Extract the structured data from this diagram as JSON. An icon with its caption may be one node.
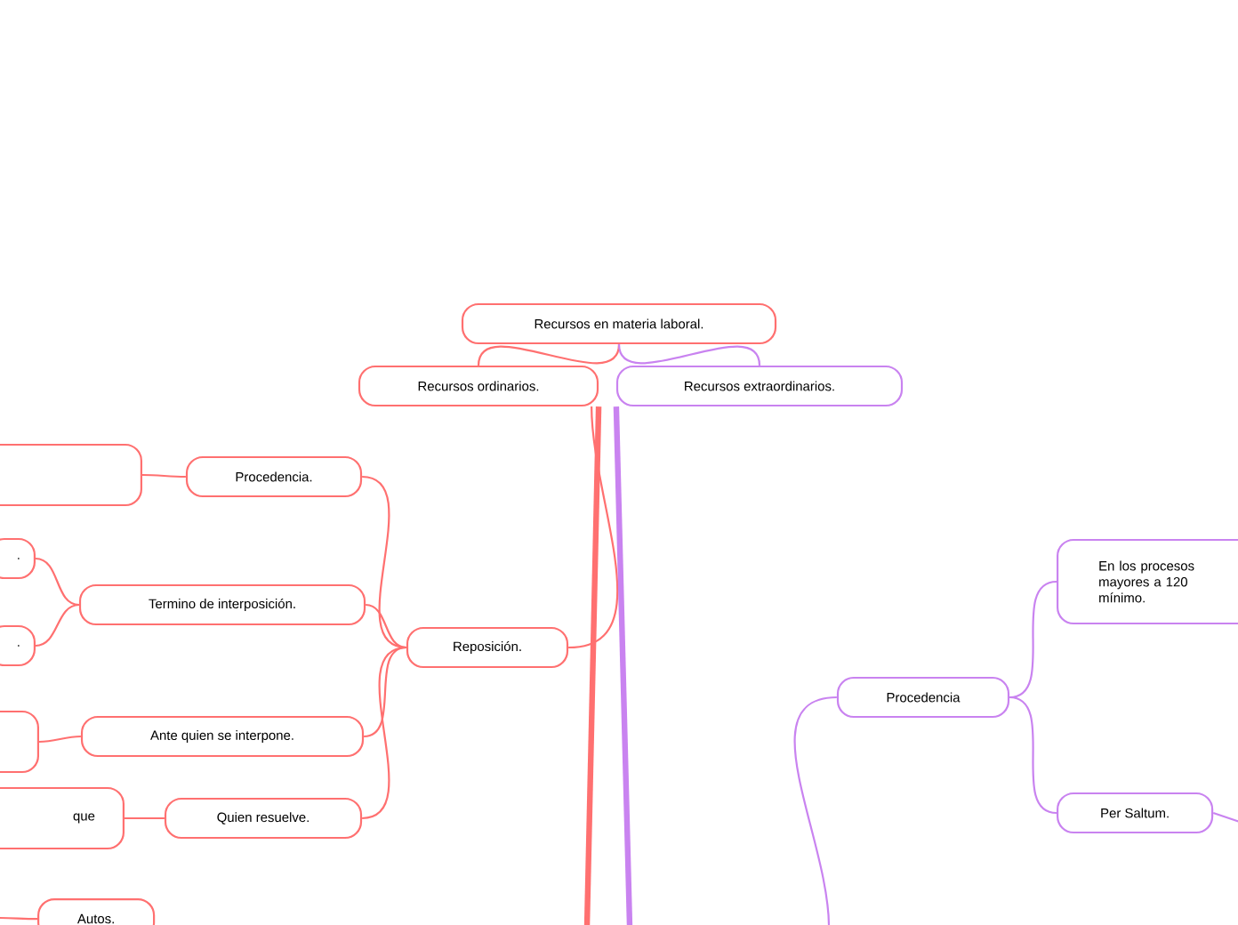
{
  "diagram": {
    "nodes": [
      {
        "text": [
          "Recursos en materia laboral."
        ]
      },
      {
        "text": [
          "Recursos ordinarios."
        ]
      },
      {
        "text": [
          "Recursos extraordinarios."
        ]
      },
      {
        "text": [
          "Reposición."
        ]
      },
      {
        "text": [
          "Procedencia."
        ]
      },
      {
        "text": [
          "Termino de interposición."
        ]
      },
      {
        "text": [
          "Ante quien se interpone."
        ]
      },
      {
        "text": [
          "Quien resuelve."
        ]
      },
      {
        "text": [],
        "shape": "box"
      },
      {
        "text": [
          "."
        ]
      },
      {
        "text": [
          "."
        ]
      },
      {
        "text": [],
        "shape": "box"
      },
      {
        "text": [
          "que"
        ]
      },
      {
        "text": [
          "Autos."
        ]
      },
      {
        "text": [
          "Procedencia"
        ]
      },
      {
        "text": [
          "En los procesos mayores a 120 mínimo."
        ]
      },
      {
        "text": [
          "Per Saltum."
        ]
      }
    ],
    "edges": [
      {
        "from": 0,
        "to": 1,
        "arrow": "none"
      },
      {
        "from": 0,
        "to": 2,
        "arrow": "none",
        "color": "#c983f0"
      },
      {
        "from": 1,
        "to": 3,
        "arrow": "none"
      },
      {
        "from": 3,
        "to": 4,
        "arrow": "none"
      },
      {
        "from": 3,
        "to": 5,
        "arrow": "none"
      },
      {
        "from": 3,
        "to": 6,
        "arrow": "none"
      },
      {
        "from": 3,
        "to": 7,
        "arrow": "none"
      },
      {
        "from": 4,
        "to": 8,
        "arrow": "none"
      },
      {
        "from": 5,
        "to": 9,
        "arrow": "none"
      },
      {
        "from": 5,
        "to": 10,
        "arrow": "none"
      },
      {
        "from": 6,
        "to": 11,
        "arrow": "none"
      },
      {
        "from": 7,
        "to": 12,
        "arrow": "none"
      },
      {
        "from": 1,
        "to": null,
        "arrow": "none",
        "style": "thick"
      },
      {
        "from": null,
        "to": 13,
        "arrow": "none"
      },
      {
        "from": 2,
        "to": null,
        "arrow": "none",
        "style": "thick",
        "color": "#c983f0"
      },
      {
        "from": null,
        "to": 14,
        "arrow": "none",
        "color": "#c983f0"
      },
      {
        "from": 14,
        "to": 15,
        "arrow": "none",
        "color": "#c983f0"
      },
      {
        "from": 14,
        "to": 16,
        "arrow": "none",
        "color": "#c983f0"
      },
      {
        "from": 16,
        "to": null,
        "arrow": "none",
        "color": "#c983f0"
      }
    ]
  }
}
